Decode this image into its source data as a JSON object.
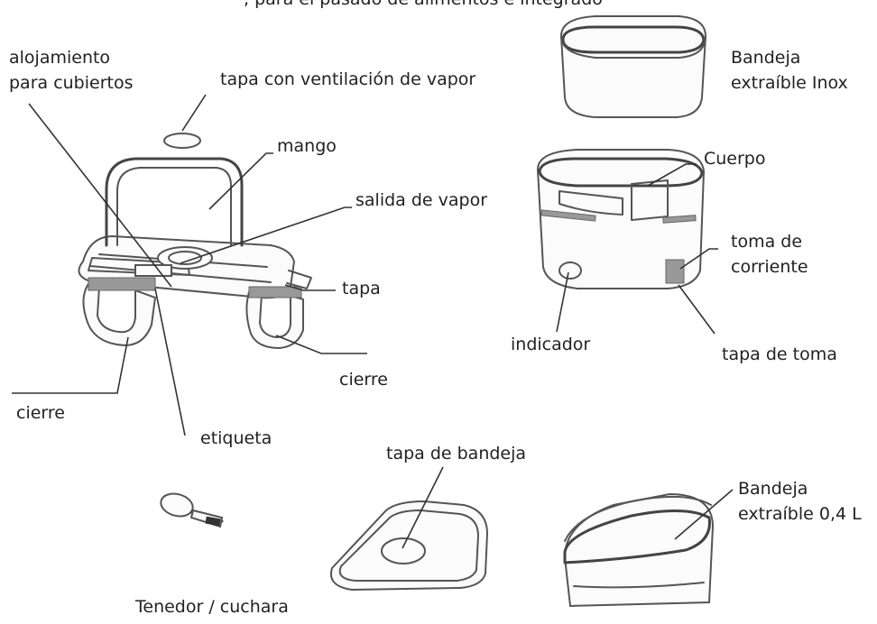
{
  "top_cut_text": ", para el pasado de alimentos e integrado",
  "labels": {
    "alojamiento_1": "alojamiento",
    "alojamiento_2": "para cubiertos",
    "tapa_vent": "tapa con ventilación de vapor",
    "mango": "mango",
    "salida_vapor": "salida de vapor",
    "tapa": "tapa",
    "cierre_right": "cierre",
    "cierre_left": "cierre",
    "etiqueta": "etiqueta",
    "bandeja_inox_1": "Bandeja",
    "bandeja_inox_2": "extraíble Inox",
    "cuerpo": "Cuerpo",
    "toma_1": "toma de",
    "toma_2": "corriente",
    "indicador": "indicador",
    "tapa_toma": "tapa de toma",
    "tapa_bandeja": "tapa de bandeja",
    "bandeja_04_1": "Bandeja",
    "bandeja_04_2": "extraíble 0,4 L",
    "tenedor": "Tenedor / cuchara"
  }
}
